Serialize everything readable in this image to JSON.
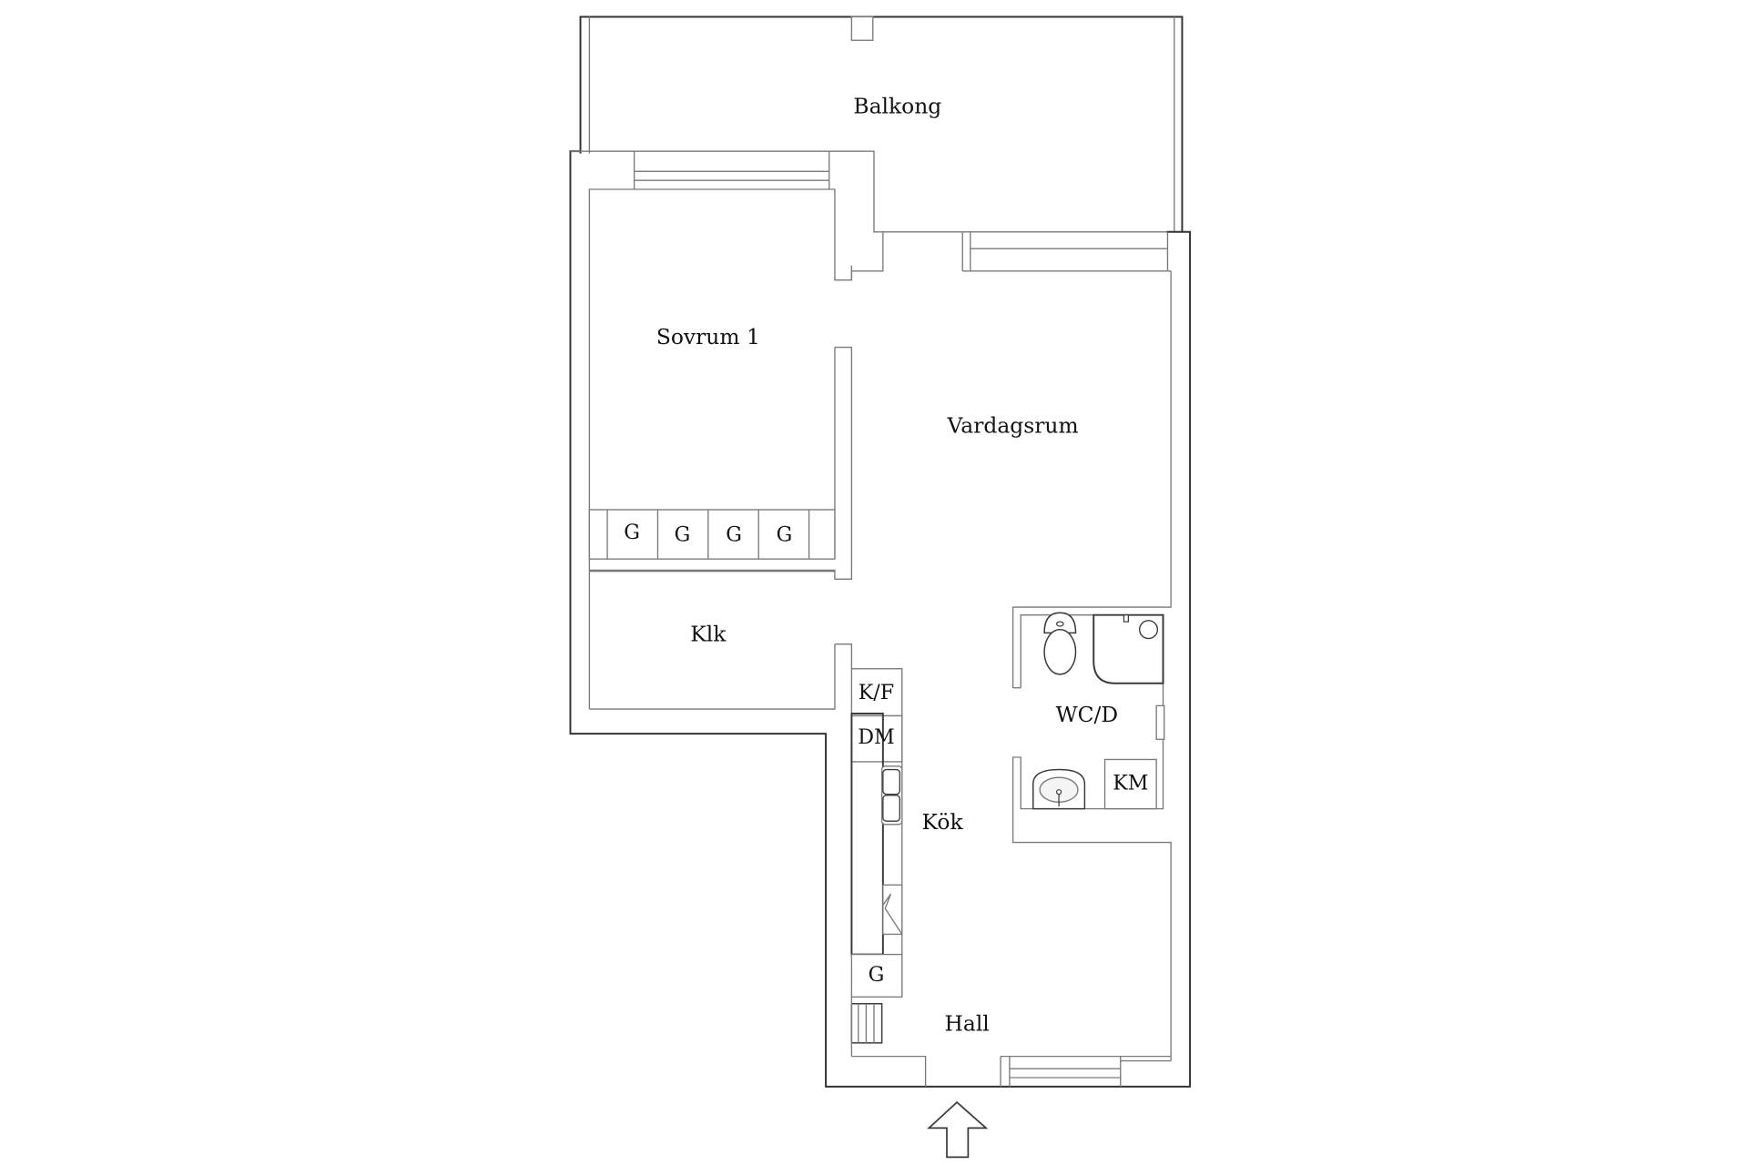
{
  "floorplan": {
    "rooms": {
      "balkong": "Balkong",
      "sovrum1": "Sovrum 1",
      "vardagsrum": "Vardagsrum",
      "klk": "Klk",
      "kok": "Kök",
      "wcd": "WC/D",
      "hall": "Hall"
    },
    "fixtures": {
      "wardrobes": [
        "G",
        "G",
        "G",
        "G"
      ],
      "fridge_freezer": "K/F",
      "dishwasher": "DM",
      "hall_wardrobe": "G",
      "washing_machine": "KM"
    },
    "entrance_icon": "arrow-up-icon",
    "colors": {
      "outer_wall": "#333333",
      "inner_wall": "#7a7a7a",
      "text": "#111111",
      "background": "#ffffff"
    }
  }
}
